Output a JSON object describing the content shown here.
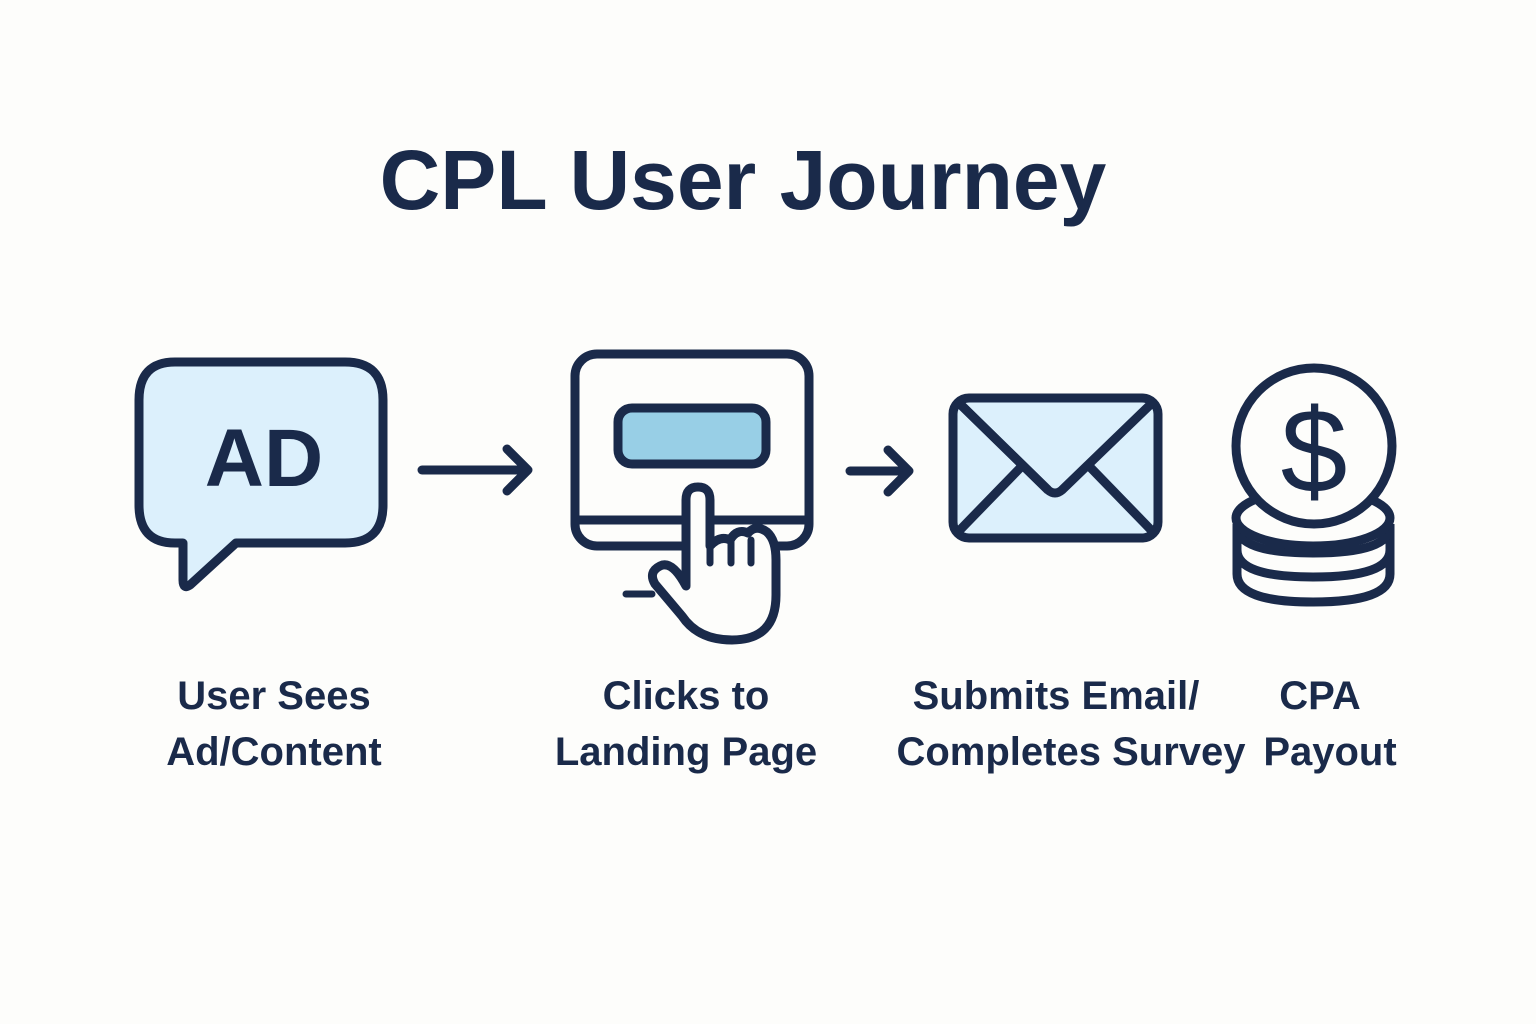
{
  "title": "CPL User Journey",
  "colors": {
    "stroke": "#1a2a4a",
    "light_fill": "#dcf0fc",
    "button_fill": "#98cfe6",
    "background": "#fdfdfb"
  },
  "steps": [
    {
      "icon": "ad-speech-bubble-icon",
      "icon_text": "AD",
      "label_line1": "User Sees",
      "label_line2": "Ad/Content"
    },
    {
      "icon": "landing-page-click-icon",
      "label_line1": "Clicks to",
      "label_line2": "Landing Page"
    },
    {
      "icon": "envelope-icon",
      "label_line1": "Submits Email/",
      "label_line2": "Completes Survey"
    },
    {
      "icon": "dollar-coins-icon",
      "icon_text": "$",
      "label_line1": "CPA",
      "label_line2": "Payout"
    }
  ]
}
